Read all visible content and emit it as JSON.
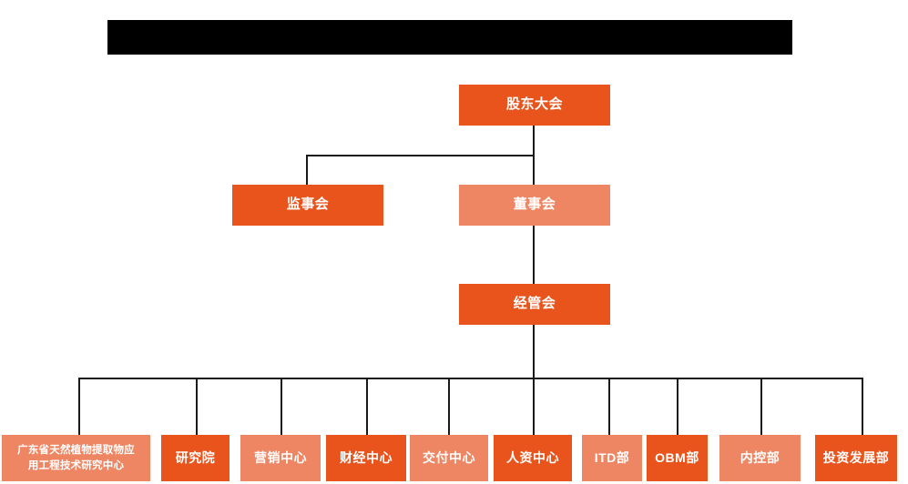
{
  "page": {
    "title_bar": {
      "name": "redacted-title-bar",
      "text": "",
      "redacted": true,
      "color": "#000000"
    },
    "background_color": "#FFFFFF"
  },
  "theme": {
    "accent_dark": "#E8541C",
    "accent_light": "#EE8663",
    "connector_color": "#1A1A1A",
    "node_text_color": "#FFFFFF"
  },
  "org_chart": {
    "levels": [
      {
        "level": 1,
        "nodes": [
          {
            "id": "shareholders-meeting",
            "label": "股东大会",
            "tone": "dark"
          }
        ]
      },
      {
        "level": 2,
        "nodes": [
          {
            "id": "board-of-supervisors",
            "label": "监事会",
            "tone": "dark"
          },
          {
            "id": "board-of-directors",
            "label": "董事会",
            "tone": "light"
          }
        ]
      },
      {
        "level": 3,
        "nodes": [
          {
            "id": "management-committee",
            "label": "经管会",
            "tone": "dark"
          }
        ]
      },
      {
        "level": 4,
        "nodes": [
          {
            "id": "guangdong-research-center",
            "label": "广东省天然植物提取物应用工程技术研究中心",
            "line1": "广东省天然植物提取物应",
            "line2": "用工程技术研究中心",
            "tone": "light"
          },
          {
            "id": "research-institute",
            "label": "研究院",
            "tone": "dark"
          },
          {
            "id": "marketing-center",
            "label": "营销中心",
            "tone": "light"
          },
          {
            "id": "finance-center",
            "label": "财经中心",
            "tone": "dark"
          },
          {
            "id": "delivery-center",
            "label": "交付中心",
            "tone": "light"
          },
          {
            "id": "hr-center",
            "label": "人资中心",
            "tone": "dark"
          },
          {
            "id": "itd-department",
            "label": "ITD部",
            "tone": "light"
          },
          {
            "id": "obm-department",
            "label": "OBM部",
            "tone": "dark"
          },
          {
            "id": "internal-control-department",
            "label": "内控部",
            "tone": "light"
          },
          {
            "id": "investment-development-department",
            "label": "投资发展部",
            "tone": "dark"
          }
        ]
      }
    ]
  }
}
